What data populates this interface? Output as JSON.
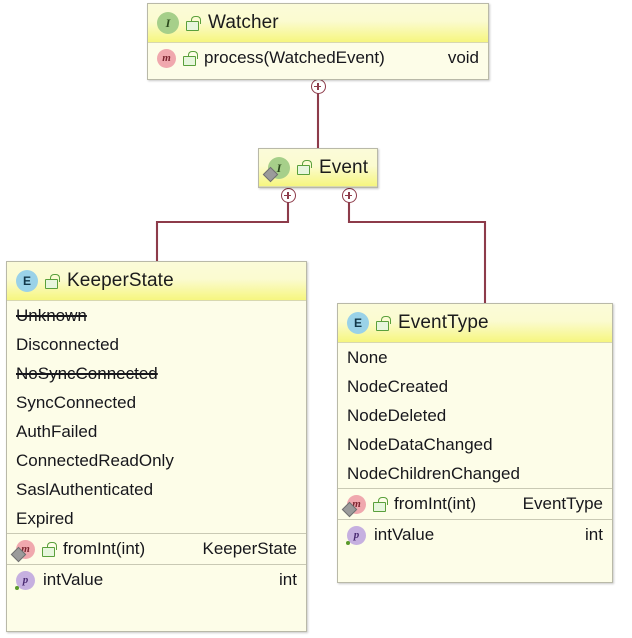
{
  "diagram": {
    "title": "ZooKeeper Watcher class diagram",
    "background": "#ffffff",
    "line_color": "#8d3b4a",
    "header_accent": "#f6f67f",
    "body_color": "#fdfde8"
  },
  "classes": {
    "watcher": {
      "name": "Watcher",
      "stereotype_icon": "interface-icon",
      "visibility_icon": "public-lock-icon",
      "members": [
        {
          "icon": "method-icon",
          "visibility_icon": "public-lock-icon",
          "label": "process(WatchedEvent)",
          "type": "void",
          "deprecated": false
        }
      ]
    },
    "event": {
      "name": "Event",
      "stereotype_icon": "interface-static-icon",
      "visibility_icon": "public-lock-icon",
      "members": []
    },
    "keeperstate": {
      "name": "KeeperState",
      "stereotype_icon": "enum-icon",
      "visibility_icon": "public-lock-icon",
      "constants": [
        {
          "label": "Unknown",
          "deprecated": true
        },
        {
          "label": "Disconnected",
          "deprecated": false
        },
        {
          "label": "NoSyncConnected",
          "deprecated": true
        },
        {
          "label": "SyncConnected",
          "deprecated": false
        },
        {
          "label": "AuthFailed",
          "deprecated": false
        },
        {
          "label": "ConnectedReadOnly",
          "deprecated": false
        },
        {
          "label": "SaslAuthenticated",
          "deprecated": false
        },
        {
          "label": "Expired",
          "deprecated": false
        }
      ],
      "members": [
        {
          "icon": "method-icon",
          "visibility_icon": "public-lock-icon",
          "label": "fromInt(int)",
          "type": "KeeperState"
        },
        {
          "icon": "property-icon",
          "visibility_icon": "",
          "label": "intValue",
          "type": "int"
        }
      ]
    },
    "eventtype": {
      "name": "EventType",
      "stereotype_icon": "enum-icon",
      "visibility_icon": "public-lock-icon",
      "constants": [
        {
          "label": "None",
          "deprecated": false
        },
        {
          "label": "NodeCreated",
          "deprecated": false
        },
        {
          "label": "NodeDeleted",
          "deprecated": false
        },
        {
          "label": "NodeDataChanged",
          "deprecated": false
        },
        {
          "label": "NodeChildrenChanged",
          "deprecated": false
        }
      ],
      "members": [
        {
          "icon": "method-icon",
          "visibility_icon": "public-lock-icon",
          "label": "fromInt(int)",
          "type": "EventType"
        },
        {
          "icon": "property-icon",
          "visibility_icon": "",
          "label": "intValue",
          "type": "int"
        }
      ]
    }
  },
  "connections": [
    {
      "from": "watcher",
      "to": "event",
      "badge": "expand-plus-badge"
    },
    {
      "from": "event",
      "to": "keeperstate",
      "badge": "expand-plus-badge"
    },
    {
      "from": "event",
      "to": "eventtype",
      "badge": "expand-plus-badge"
    }
  ]
}
